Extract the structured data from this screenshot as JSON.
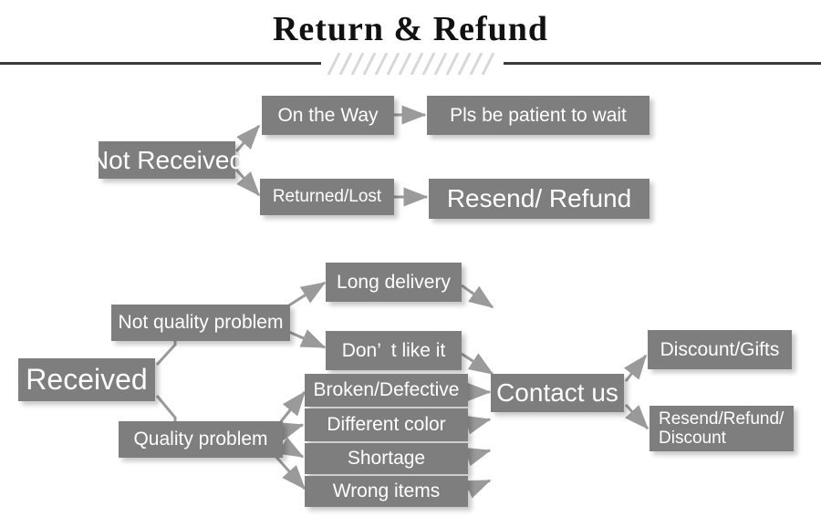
{
  "header": {
    "title": "Return & Refund",
    "divider_icon": "diagonal-hatch-divider"
  },
  "colors": {
    "box_fill": "#7e7e7e",
    "box_text": "#ffffff",
    "connector": "#9a9a9a",
    "rule": "#3a3a3a",
    "hatch": "#d8d8d8",
    "background": "#ffffff"
  },
  "flow": {
    "not_received": {
      "root": "Not Received",
      "branches": [
        {
          "condition": "On the Way",
          "result": "Pls be patient to wait"
        },
        {
          "condition": "Returned/Lost",
          "result": "Resend/ Refund"
        }
      ]
    },
    "received": {
      "root": "Received",
      "categories": [
        {
          "label": "Not quality problem",
          "reasons": [
            "Long delivery",
            "Don’  t like it"
          ]
        },
        {
          "label": "Quality problem",
          "reasons": [
            "Broken/Defective",
            "Different color",
            "Shortage",
            "Wrong items"
          ]
        }
      ],
      "action": "Contact us",
      "outcomes": [
        "Discount/Gifts",
        "Resend/Refund/\nDiscount"
      ]
    }
  }
}
